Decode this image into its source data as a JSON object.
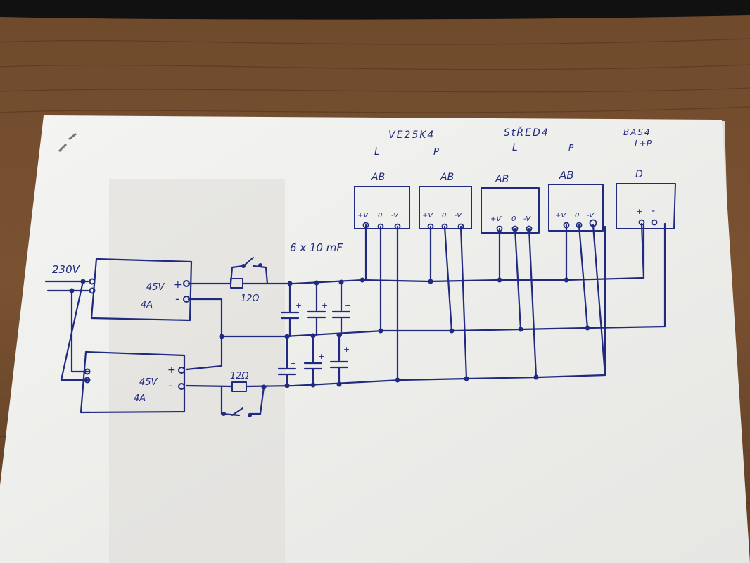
{
  "colors": {
    "ink": "#1f2a80",
    "paper": "#f1f1ef",
    "desk": "#6b4528",
    "frame": "#111111"
  },
  "mains": {
    "label": "230V"
  },
  "supplies": [
    {
      "voltage": "45V",
      "current": "4A",
      "plus": "+",
      "minus": "-"
    },
    {
      "voltage": "45V",
      "current": "4A",
      "plus": "+",
      "minus": "-"
    }
  ],
  "resistors": [
    {
      "label": "12Ω"
    },
    {
      "label": "12Ω"
    }
  ],
  "capacitor_bank": {
    "label": "6 x 10 mF",
    "plus": "+"
  },
  "groups": [
    {
      "title": "VE25K4",
      "sides": [
        "L",
        "P"
      ]
    },
    {
      "title": "StŘED4",
      "sides": [
        "L",
        "P"
      ]
    },
    {
      "title": "BAS4",
      "sides": [
        "L+P"
      ]
    }
  ],
  "amplifiers": [
    {
      "class": "AB",
      "terminals": [
        "+V",
        "0",
        "-V"
      ]
    },
    {
      "class": "AB",
      "terminals": [
        "+V",
        "0",
        "-V"
      ]
    },
    {
      "class": "AB",
      "terminals": [
        "+V",
        "0",
        "-V"
      ]
    },
    {
      "class": "AB",
      "terminals": [
        "+V",
        "0",
        "-V"
      ]
    },
    {
      "class": "D",
      "terminals": [
        "+",
        "-"
      ]
    }
  ]
}
